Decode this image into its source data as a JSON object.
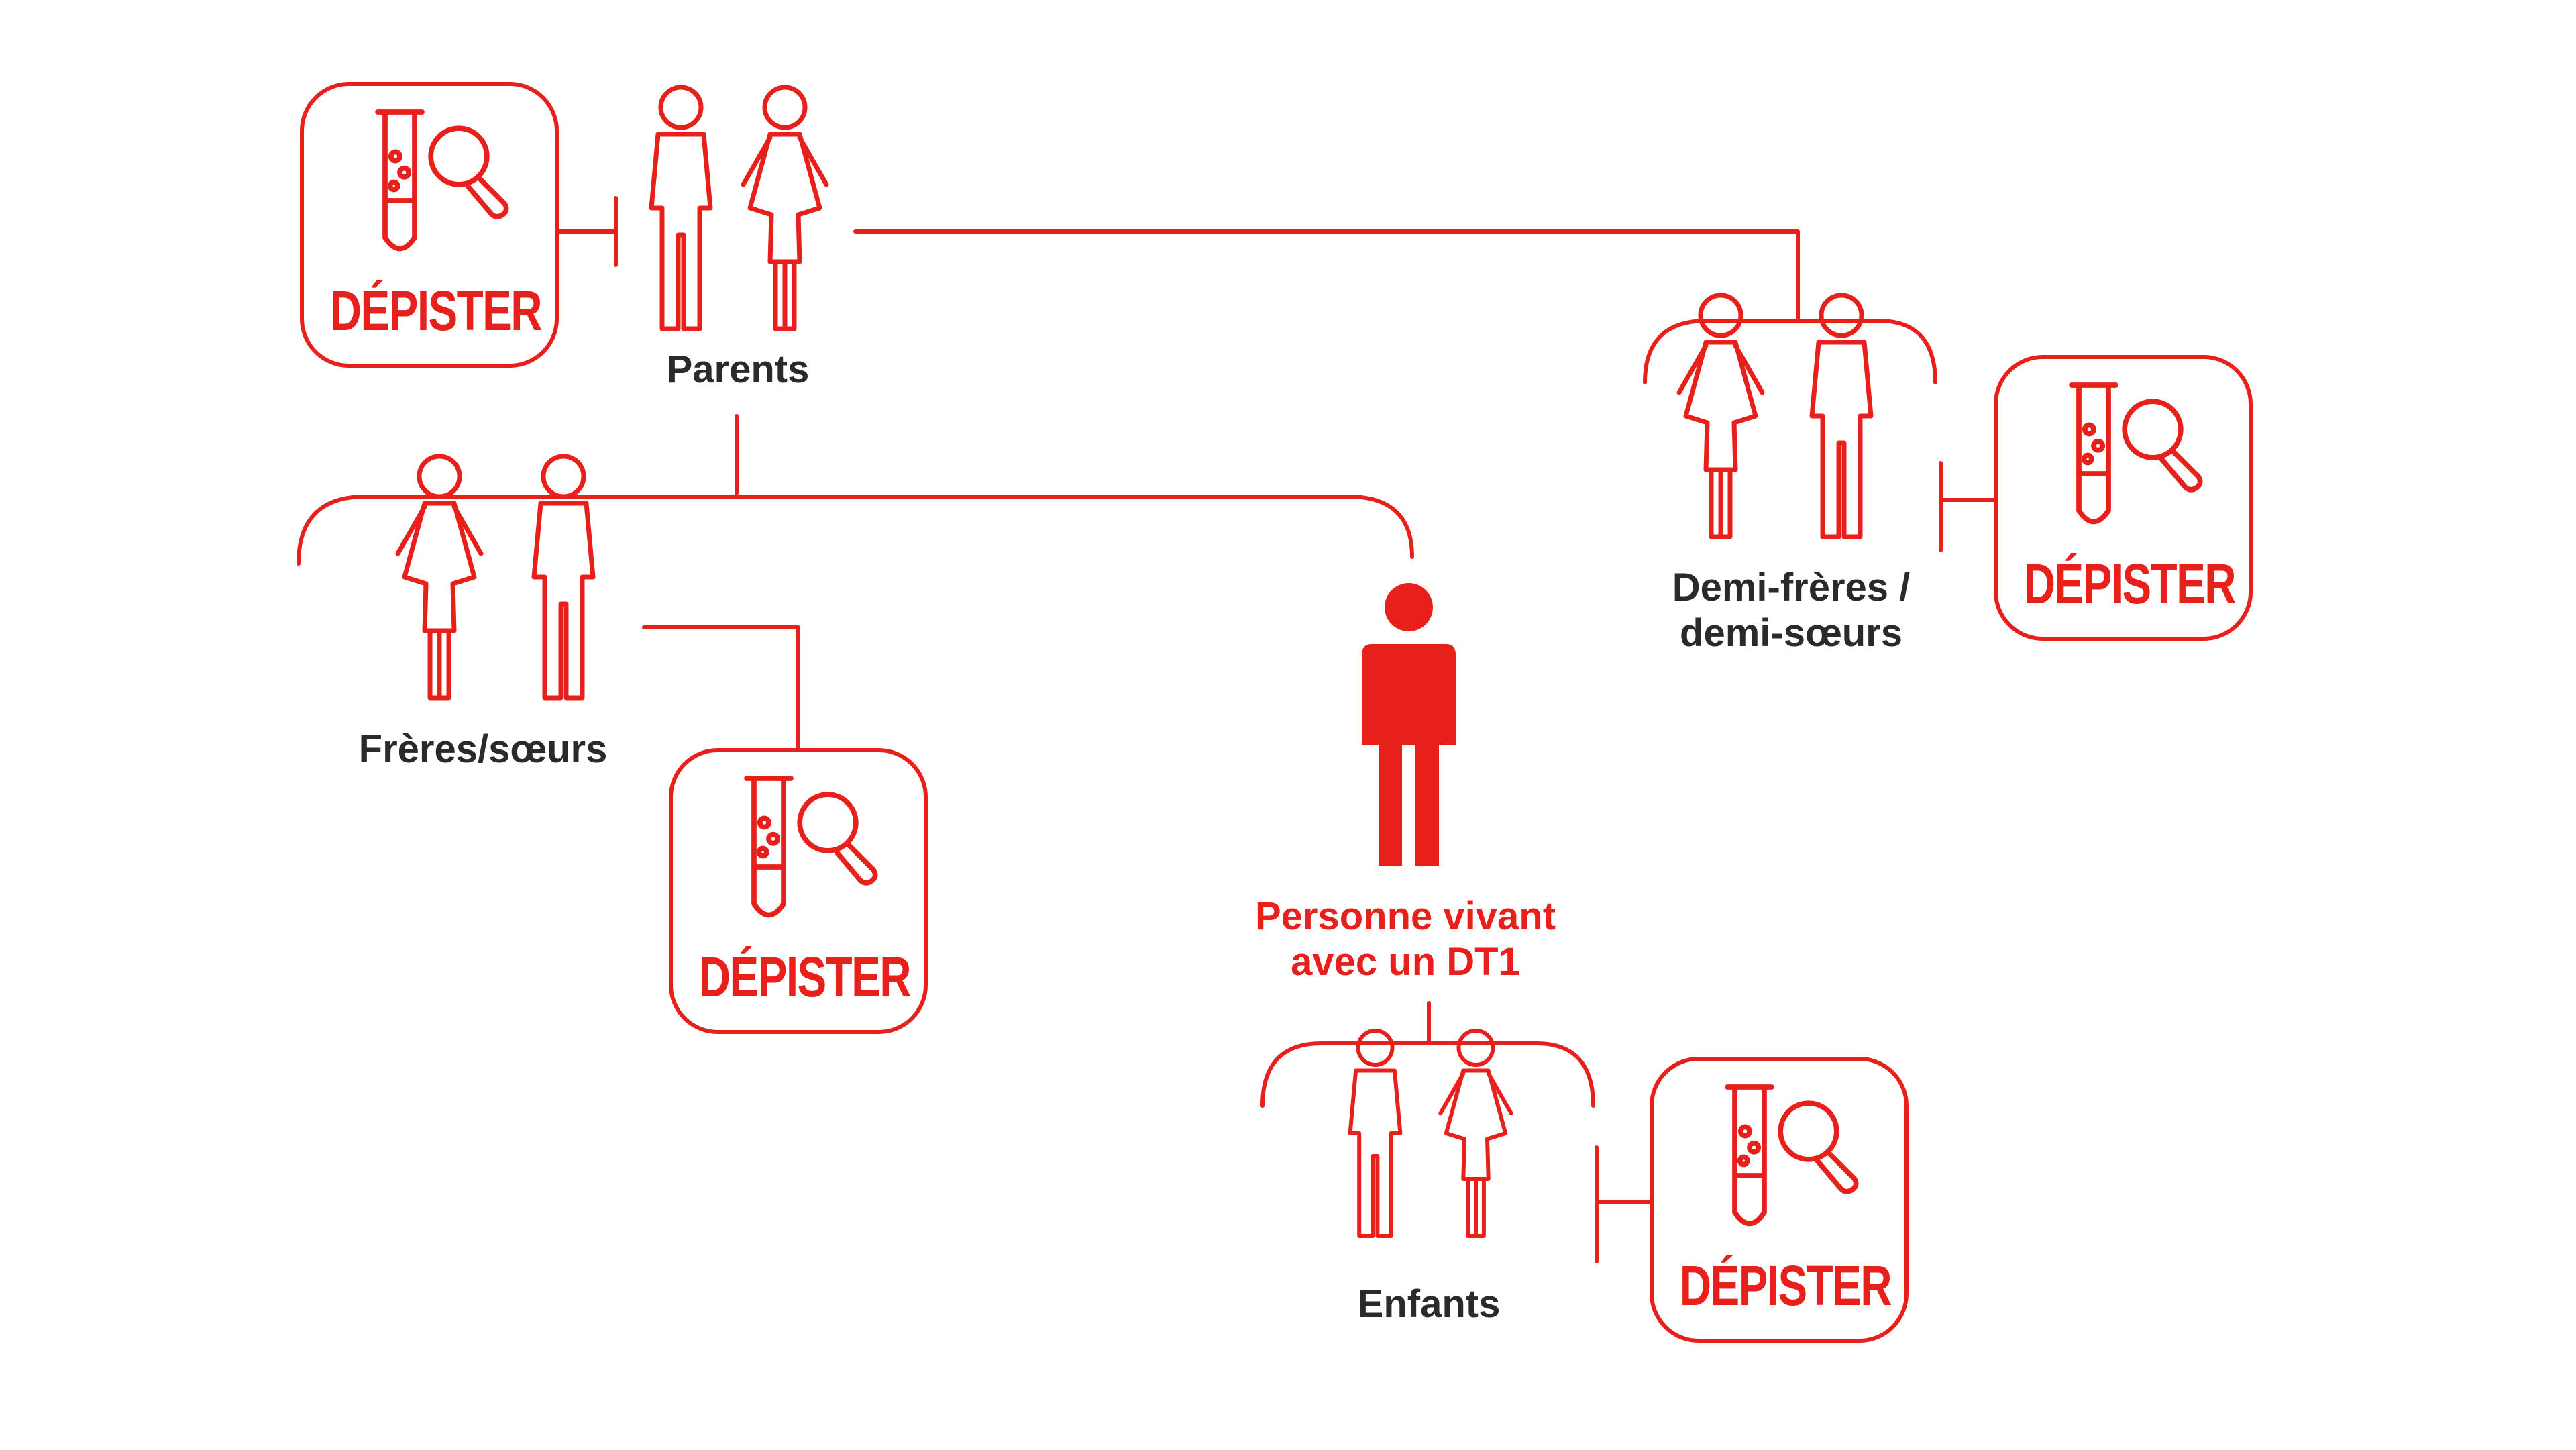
{
  "labels": {
    "parents": "Parents",
    "siblings": "Frères/sœurs",
    "half_siblings": [
      "Demi-frères /",
      "demi-sœurs"
    ],
    "person": [
      "Personne vivant",
      "avec un DT1"
    ],
    "children": "Enfants"
  },
  "screen_label": "DÉPISTER",
  "colors": {
    "accent": "#e8201c",
    "text": "#2a2a2a"
  },
  "icons": [
    "test-tube-icon",
    "magnifier-icon",
    "couple-icon",
    "person-icon",
    "children-icon"
  ]
}
